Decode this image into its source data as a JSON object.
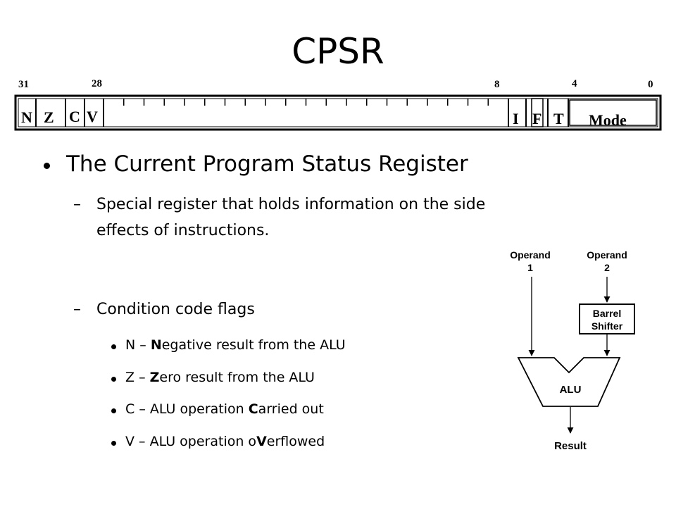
{
  "slide": {
    "title": "CPSR"
  },
  "register": {
    "bit_labels": {
      "b31": "31",
      "b28": "28",
      "b8": "8",
      "b4": "4",
      "b0": "0"
    },
    "fields": {
      "n": "N",
      "z": "Z",
      "c": "C",
      "v": "V",
      "i": "I",
      "f": "F",
      "t": "T",
      "mode": "Mode"
    }
  },
  "bullets": {
    "main": "The Current Program Status Register",
    "sub1_line1": "Special register that holds information on the side",
    "sub1_line2": "effects of instructions.",
    "sub2": "Condition code flags",
    "dash": "–",
    "flags": [
      {
        "letter": "N",
        "sep": " – ",
        "bold": "N",
        "rest": "egative result from the ALU"
      },
      {
        "letter": "Z",
        "sep": " – ",
        "bold": "Z",
        "rest": "ero result from the ALU"
      },
      {
        "letter": "C",
        "sep": " – ALU operation ",
        "bold": "C",
        "rest": "arried out"
      },
      {
        "letter": "V",
        "sep": " – ALU operation o",
        "bold": "V",
        "rest": "erflowed"
      }
    ]
  },
  "alu_diagram": {
    "operand1_line1": "Operand",
    "operand1_line2": "1",
    "operand2_line1": "Operand",
    "operand2_line2": "2",
    "shifter_line1": "Barrel",
    "shifter_line2": "Shifter",
    "alu": "ALU",
    "result": "Result"
  }
}
